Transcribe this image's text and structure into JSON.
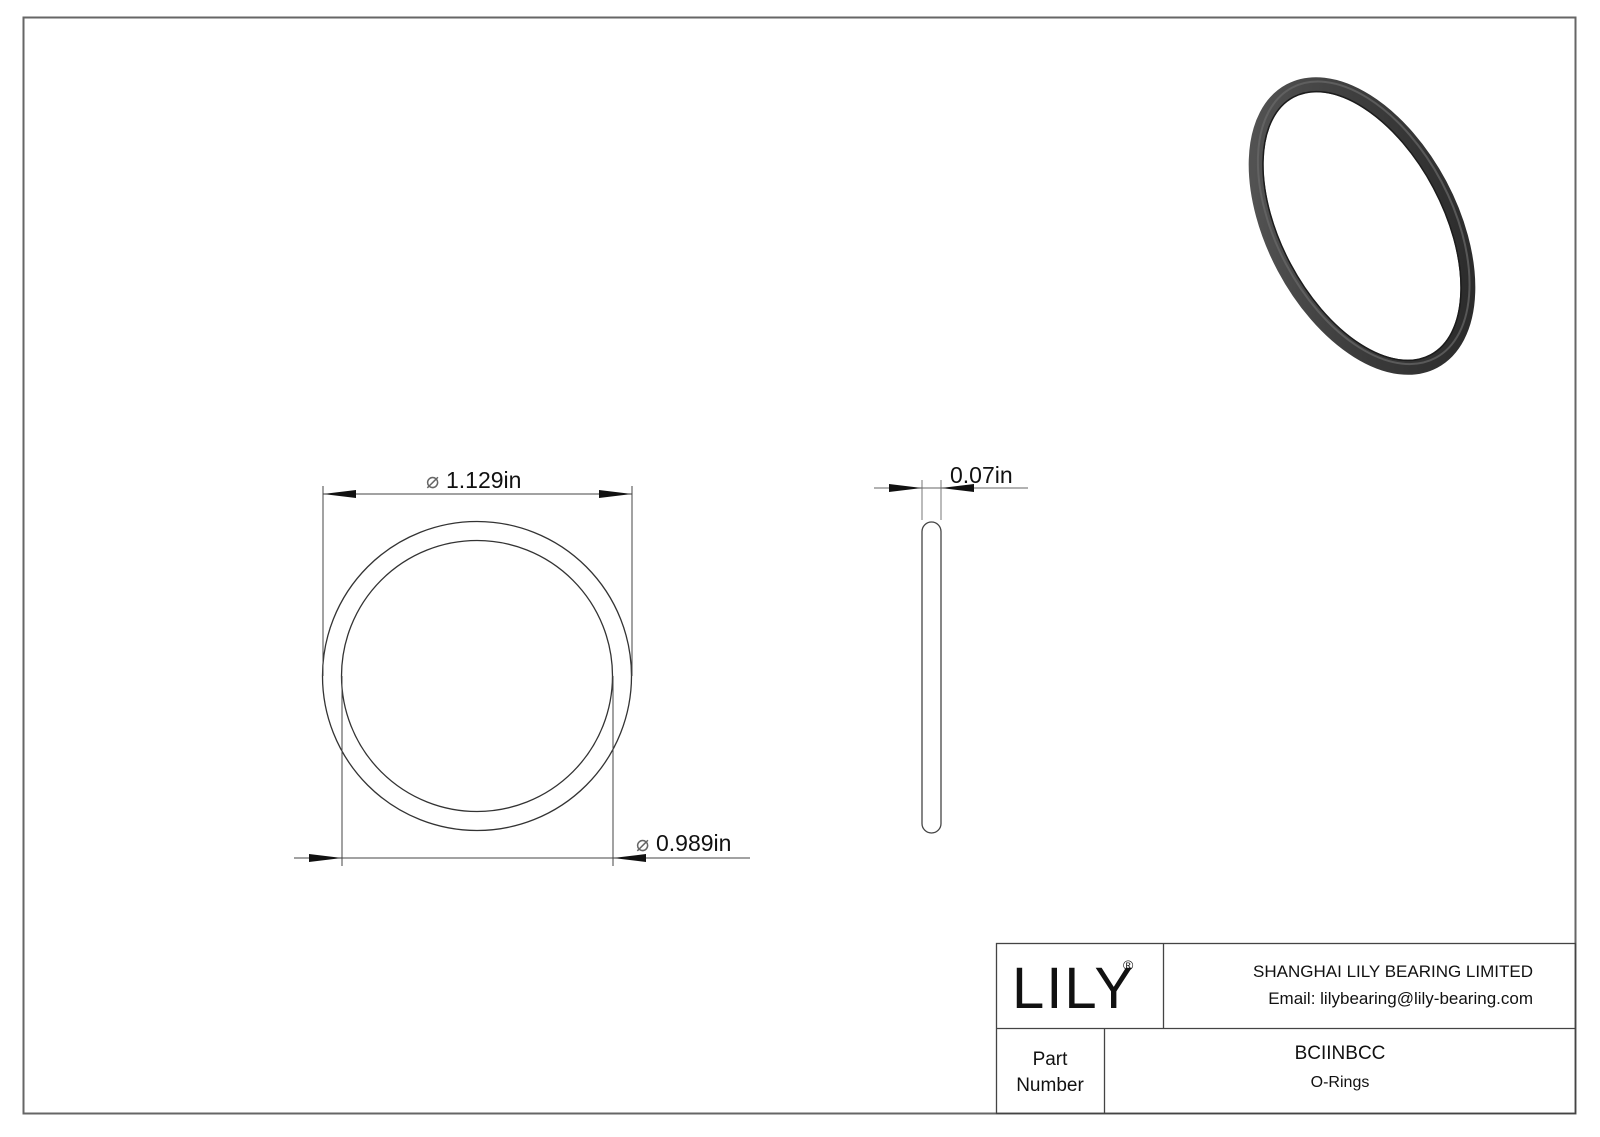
{
  "drawing": {
    "front_view": {
      "outer_diameter_label": "1.129in",
      "inner_diameter_label": "0.989in",
      "diameter_symbol": "⌀"
    },
    "side_view": {
      "cross_section_label": "0.07in"
    },
    "iso_view": {
      "icon": "o-ring-3d-render",
      "color": "#3a3a3a"
    }
  },
  "title_block": {
    "logo_text": "LILY",
    "logo_mark": "®",
    "company_name": "SHANGHAI LILY BEARING LIMITED",
    "email": "Email: lilybearing@lily-bearing.com",
    "part_label_line1": "Part",
    "part_label_line2": "Number",
    "part_number": "BCIINBCC",
    "part_type": "O-Rings"
  },
  "colors": {
    "line": "#333333",
    "border": "#555555",
    "ring_dark": "#2b2b2b",
    "ring_mid": "#4a4a4a"
  }
}
